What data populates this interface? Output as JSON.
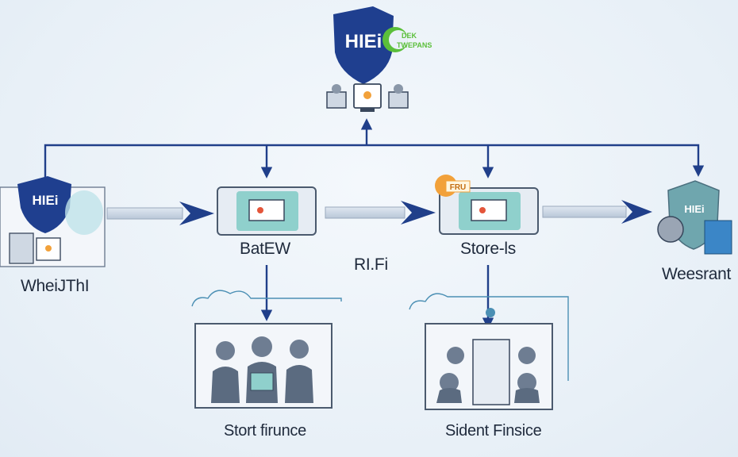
{
  "brand": {
    "shield_text": "HIEi",
    "tag_line1": "DEK",
    "tag_line2": "TWEPANS",
    "colors": {
      "navy": "#1f3f8f",
      "green": "#5bbf3a",
      "arrow": "#203f8a"
    }
  },
  "nodes": {
    "left": {
      "label": "WheiJThI",
      "shield_text": "HIEi"
    },
    "center_left": {
      "label": "BatEW"
    },
    "middle": {
      "label": "RI.Fi"
    },
    "center_right": {
      "label": "Store-ls",
      "badge": "FRU"
    },
    "right": {
      "label": "Weesrant",
      "shield_text": "HIEi"
    }
  },
  "groups": {
    "left": {
      "label": "Stort firunce"
    },
    "right": {
      "label": "Sident Finsice"
    }
  },
  "icons": {
    "top_device": "laptop-icon",
    "gear": "gear-icon",
    "screen": "monitor-icon",
    "people": "person-icon",
    "cloud": "cloud-icon"
  }
}
